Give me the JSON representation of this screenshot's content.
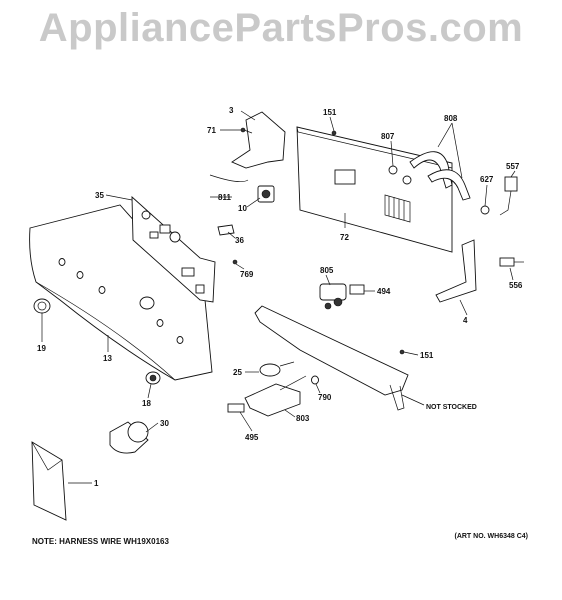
{
  "watermark": "AppliancePartsPros.com",
  "note": "NOTE: HARNESS WIRE WH19X0163",
  "art_no": "(ART NO. WH6348 C4)",
  "callouts": [
    "3",
    "151",
    "71",
    "807",
    "808",
    "557",
    "811",
    "10",
    "627",
    "35",
    "72",
    "36",
    "769",
    "556",
    "805",
    "494",
    "19",
    "4",
    "13",
    "151",
    "25",
    "790",
    "18",
    "NOT STOCKED",
    "803",
    "30",
    "495",
    "1"
  ]
}
